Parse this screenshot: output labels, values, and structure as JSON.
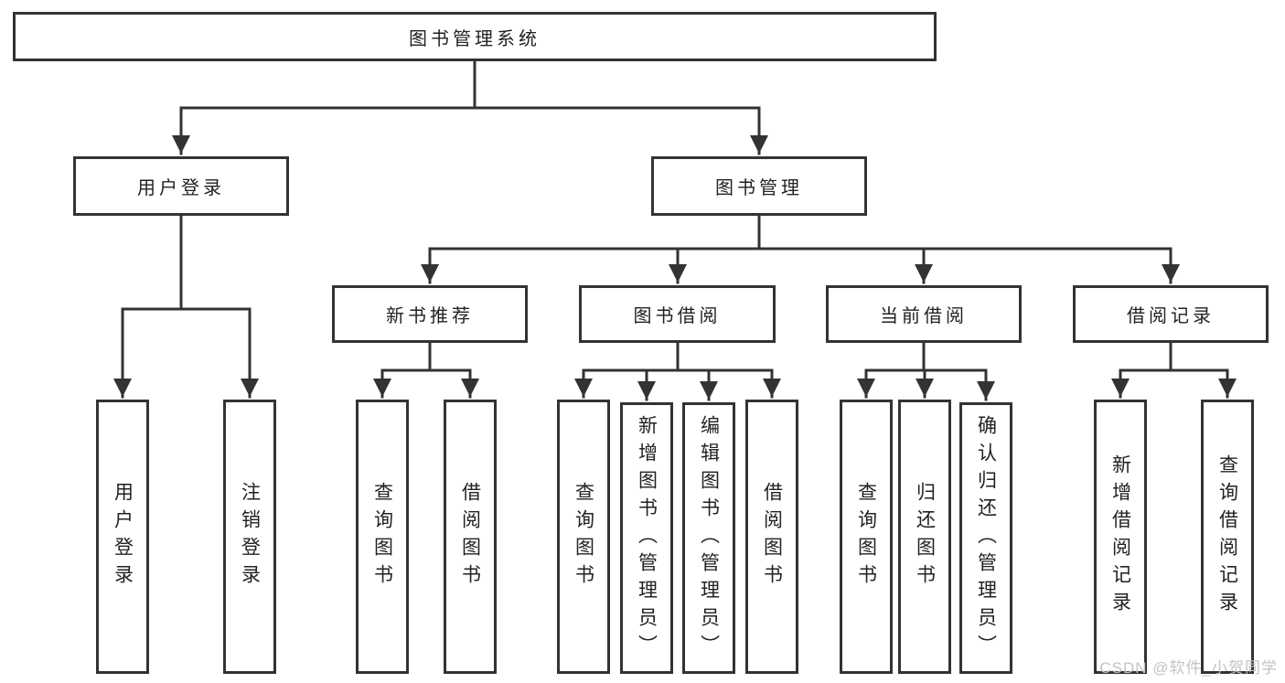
{
  "diagram": {
    "root": {
      "label": "图书管理系统",
      "children": [
        {
          "label": "用户登录",
          "children": [
            {
              "label": "用户登录"
            },
            {
              "label": "注销登录"
            }
          ]
        },
        {
          "label": "图书管理",
          "children": [
            {
              "label": "新书推荐",
              "children": [
                {
                  "label": "查询图书"
                },
                {
                  "label": "借阅图书"
                }
              ]
            },
            {
              "label": "图书借阅",
              "children": [
                {
                  "label": "查询图书"
                },
                {
                  "label": "新增图书（管理员）"
                },
                {
                  "label": "编辑图书（管理员）"
                },
                {
                  "label": "借阅图书"
                }
              ]
            },
            {
              "label": "当前借阅",
              "children": [
                {
                  "label": "查询图书"
                },
                {
                  "label": "归还图书"
                },
                {
                  "label": "确认归还（管理员）"
                }
              ]
            },
            {
              "label": "借阅记录",
              "children": [
                {
                  "label": "新增借阅记录"
                },
                {
                  "label": "查询借阅记录"
                }
              ]
            }
          ]
        }
      ]
    }
  },
  "watermark": {
    "text": "CSDN @软件_小贺同学"
  },
  "colors": {
    "line": "#333333",
    "box_border": "#333333",
    "text": "#222222",
    "watermark": "#c3c3c3",
    "background": "#ffffff"
  }
}
